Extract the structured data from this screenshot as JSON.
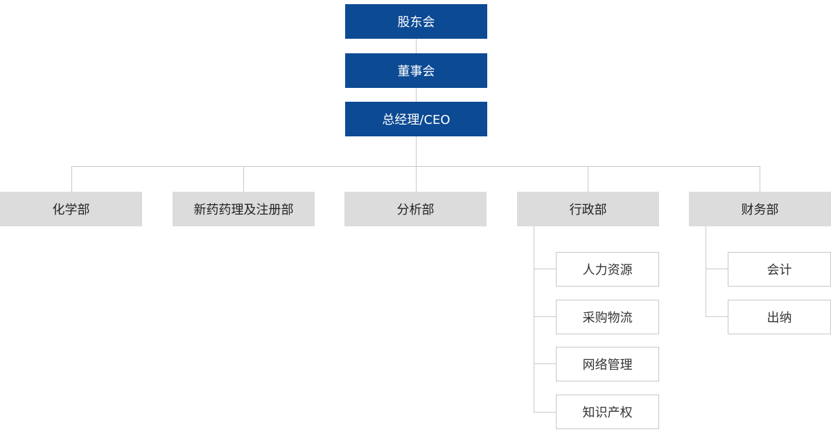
{
  "top_chain": {
    "shareholders": "股东会",
    "board": "董事会",
    "ceo": "总经理/CEO"
  },
  "departments": {
    "chemistry": "化学部",
    "pharmacology": "新药药理及注册部",
    "analysis": "分析部",
    "admin": "行政部",
    "finance": "财务部"
  },
  "admin_units": [
    "人力资源",
    "采购物流",
    "网络管理",
    "知识产权"
  ],
  "finance_units": [
    "会计",
    "出纳"
  ],
  "colors": {
    "top_box": "#0c4a94",
    "department_box": "#dcdcdc",
    "unit_border": "#c6c6c6",
    "connector": "#c8c8c8"
  }
}
